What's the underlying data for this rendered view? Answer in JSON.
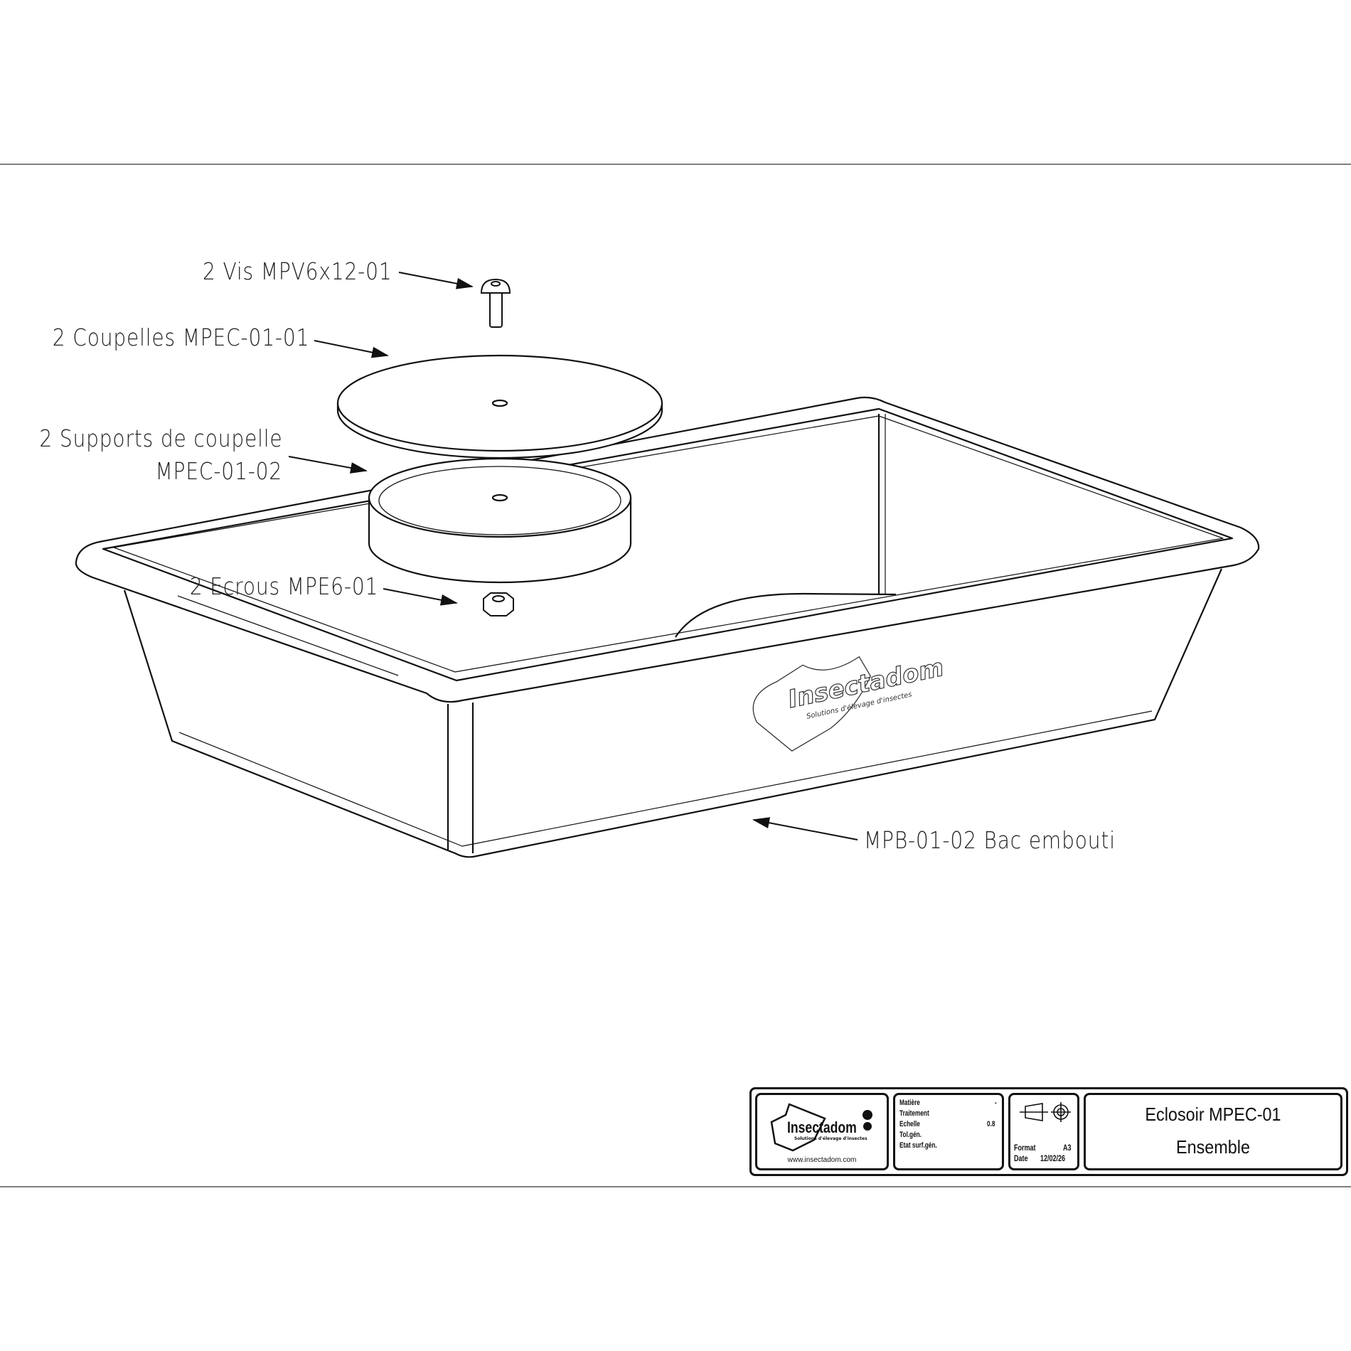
{
  "callouts": {
    "screw": "2 Vis MPV6x12-01",
    "cup": "2 Coupelles MPEC-01-01",
    "support_line1": "2 Supports de coupelle",
    "support_line2": "MPEC-01-02",
    "nut": "2 Ecrous MPE6-01",
    "tray": "MPB-01-02 Bac embouti"
  },
  "tray_logo": {
    "brand": "Insectadom",
    "tagline": "Solutions d'élevage d'insectes"
  },
  "title_block": {
    "logo_brand": "Insectadom",
    "logo_tagline": "Solutions d'élevage d'insectes",
    "website": "www.insectadom.com",
    "fields": [
      {
        "label": "Matière",
        "value": "-"
      },
      {
        "label": "Traitement",
        "value": ""
      },
      {
        "label": "Echelle",
        "value": "0.8"
      },
      {
        "label": "Tol.gén.",
        "value": ""
      },
      {
        "label": "Etat surf.gén.",
        "value": ""
      }
    ],
    "format_label": "Format",
    "format_value": "A3",
    "date_label": "Date",
    "date_value": "12/02/26",
    "title": "Eclosoir MPEC-01",
    "subtitle": "Ensemble"
  }
}
